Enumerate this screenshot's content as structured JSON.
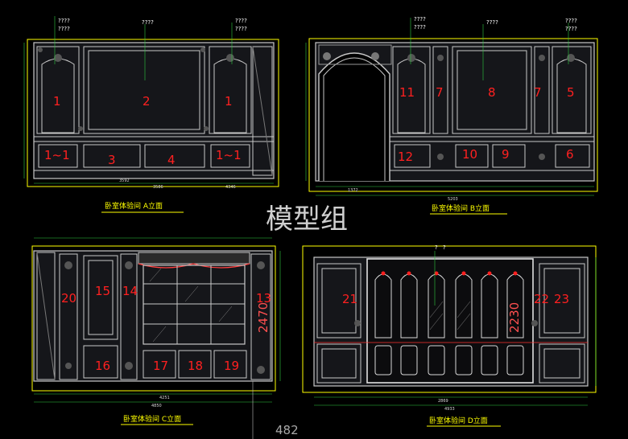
{
  "watermark": "模型组",
  "bottom_number": "482",
  "panel_a": {
    "title": "卧室体验间  A立面",
    "annotations": [
      "????",
      "????",
      "????",
      "????",
      "????"
    ],
    "numbers": [
      "1",
      "2",
      "1",
      "1~1",
      "3",
      "4",
      "1~1"
    ],
    "dims_bottom": [
      "3592",
      "3586",
      "4346"
    ]
  },
  "panel_b": {
    "title": "卧室体验间  B立面",
    "annotations": [
      "????",
      "????",
      "????",
      "????",
      "????"
    ],
    "numbers": [
      "11",
      "7",
      "8",
      "7",
      "5",
      "12",
      "10",
      "9",
      "6"
    ],
    "dims_bottom": [
      "1372",
      "5203"
    ]
  },
  "panel_c": {
    "title": "卧室体验间  C立面",
    "numbers": [
      "20",
      "15",
      "14",
      "13",
      "16",
      "17",
      "18",
      "19"
    ],
    "vertical_dim": "2470",
    "dims_bottom": [
      "4251",
      "4850"
    ]
  },
  "panel_d": {
    "title": "卧室体验间  D立面",
    "annotations": [
      "?",
      "?"
    ],
    "numbers": [
      "21",
      "22",
      "23"
    ],
    "vertical_dim": "2230",
    "dims_bottom": [
      "2869",
      "4933"
    ]
  }
}
